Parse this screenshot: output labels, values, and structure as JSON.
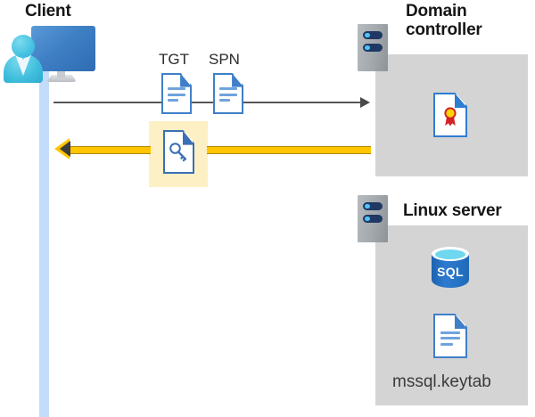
{
  "diagram": {
    "title_client": "Client",
    "title_domain_controller": "Domain\ncontroller",
    "title_linux_server": "Linux server"
  },
  "actors": {
    "client": {
      "label": "Client",
      "icons": [
        "user-monitor-icon",
        "user-person-icon"
      ],
      "lifeline_color": "#c3dcfa"
    },
    "domain_controller": {
      "label": "Domain controller",
      "label_line1": "Domain",
      "label_line2": "controller",
      "server_icon": "server-rack-icon",
      "panel_color": "#d4d4d4",
      "contents": [
        {
          "icon": "certificate-document-icon",
          "label": ""
        }
      ]
    },
    "linux_server": {
      "label": "Linux server",
      "server_icon": "server-rack-icon",
      "panel_color": "#d4d4d4",
      "contents": [
        {
          "icon": "sql-database-icon",
          "label": "SQL"
        },
        {
          "icon": "keytab-document-icon",
          "label": "mssql.keytab"
        }
      ]
    }
  },
  "messages": [
    {
      "id": "request",
      "direction": "client-to-domain-controller",
      "style": "thin-black-arrow",
      "color": "#4a4a4a",
      "artifacts": [
        {
          "label": "TGT",
          "icon": "document-icon"
        },
        {
          "label": "SPN",
          "icon": "document-icon"
        }
      ]
    },
    {
      "id": "response",
      "direction": "domain-controller-to-client",
      "style": "thick-yellow-arrow",
      "color": "#ffc600",
      "highlighted": true,
      "highlight_color": "#fdf0c4",
      "artifacts": [
        {
          "label": "",
          "icon": "key-document-icon"
        }
      ]
    }
  ],
  "labels": {
    "tgt": "TGT",
    "spn": "SPN",
    "sql": "SQL",
    "keytab_file": "mssql.keytab"
  },
  "colors": {
    "panel_gray": "#d4d4d4",
    "highlight_yellow": "#fdf0c4",
    "arrow_yellow": "#ffc600",
    "arrow_black": "#4a4a4a",
    "lifeline_blue": "#c3dcfa",
    "doc_blue": "#3f7fc9",
    "sql_blue": "#2d7bd0",
    "text_dark": "#161616"
  }
}
